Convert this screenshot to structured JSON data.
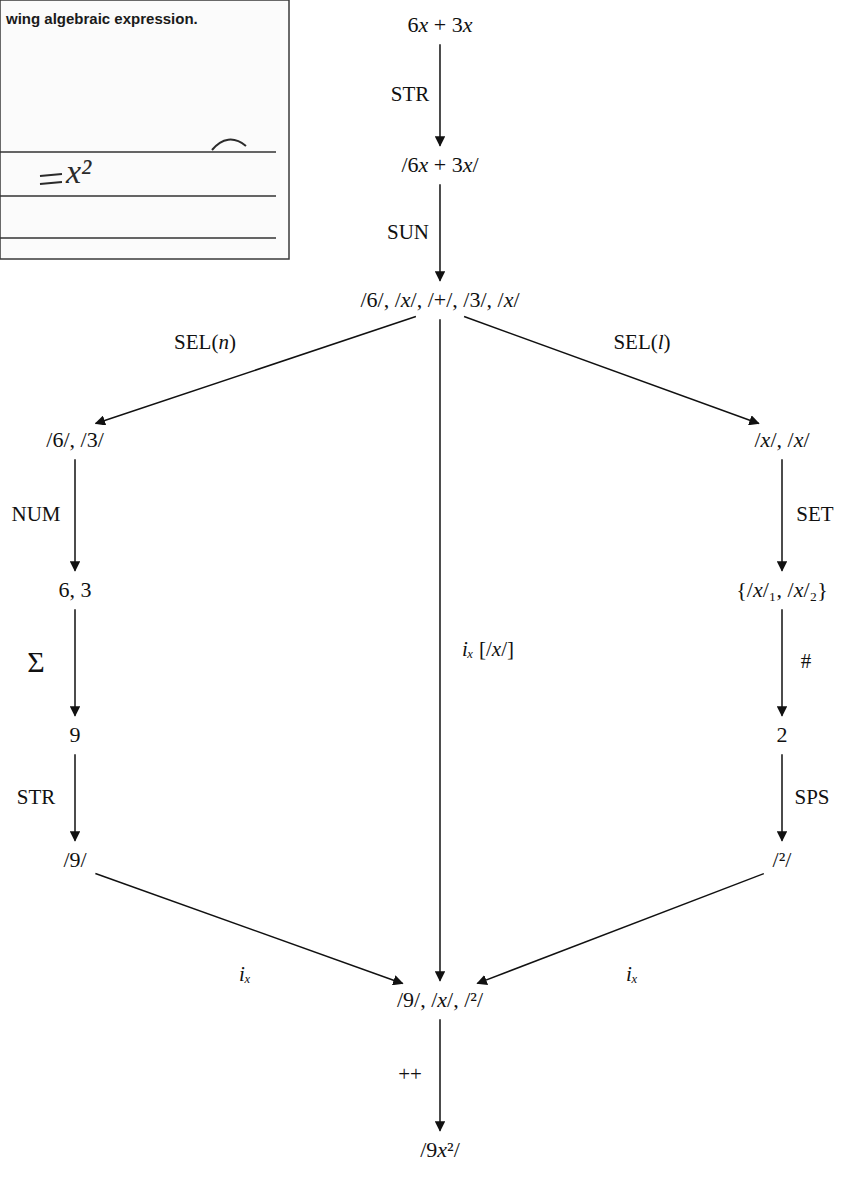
{
  "diagram": {
    "nodes": [
      {
        "text": [
          "6x + 3x"
        ]
      },
      {
        "text": [
          "/6x + 3x/"
        ]
      },
      {
        "text": [
          "/6/, /x/, /+/, /3/, /x/"
        ]
      },
      {
        "text": [
          "/6/, /3/"
        ]
      },
      {
        "text": [
          "/x/, /x/"
        ]
      },
      {
        "text": [
          "6, 3"
        ]
      },
      {
        "text": [
          "{/x/₁, /x/₂}"
        ]
      },
      {
        "text": [
          "9"
        ]
      },
      {
        "text": [
          "2"
        ]
      },
      {
        "text": [
          "/9/"
        ]
      },
      {
        "text": [
          "/²/"
        ]
      },
      {
        "text": [
          "/9/, /x/, /²/"
        ]
      },
      {
        "text": [
          "/9x²/"
        ]
      }
    ],
    "edges": [
      {
        "from": 0,
        "to": 1,
        "label": "STR",
        "arrow": "to"
      },
      {
        "from": 1,
        "to": 2,
        "label": "SUN",
        "arrow": "to"
      },
      {
        "from": 2,
        "to": 3,
        "label": "SEL(n)",
        "arrow": "to"
      },
      {
        "from": 2,
        "to": 4,
        "label": "SEL(l)",
        "arrow": "to"
      },
      {
        "from": 2,
        "to": 11,
        "label": "iₓ [/x/]",
        "arrow": "to"
      },
      {
        "from": 3,
        "to": 5,
        "label": "NUM",
        "arrow": "to"
      },
      {
        "from": 4,
        "to": 6,
        "label": "SET",
        "arrow": "to"
      },
      {
        "from": 5,
        "to": 7,
        "label": "Σ",
        "arrow": "to"
      },
      {
        "from": 6,
        "to": 8,
        "label": "#",
        "arrow": "to"
      },
      {
        "from": 7,
        "to": 9,
        "label": "STR",
        "arrow": "to"
      },
      {
        "from": 8,
        "to": 10,
        "label": "SPS",
        "arrow": "to"
      },
      {
        "from": 9,
        "to": 11,
        "label": "iₓ",
        "arrow": "to"
      },
      {
        "from": 10,
        "to": 11,
        "label": "iₓ",
        "arrow": "to"
      },
      {
        "from": 11,
        "to": 12,
        "label": "++",
        "arrow": "to"
      }
    ],
    "labels": [
      "wing algebraic expression.",
      "x²"
    ]
  }
}
